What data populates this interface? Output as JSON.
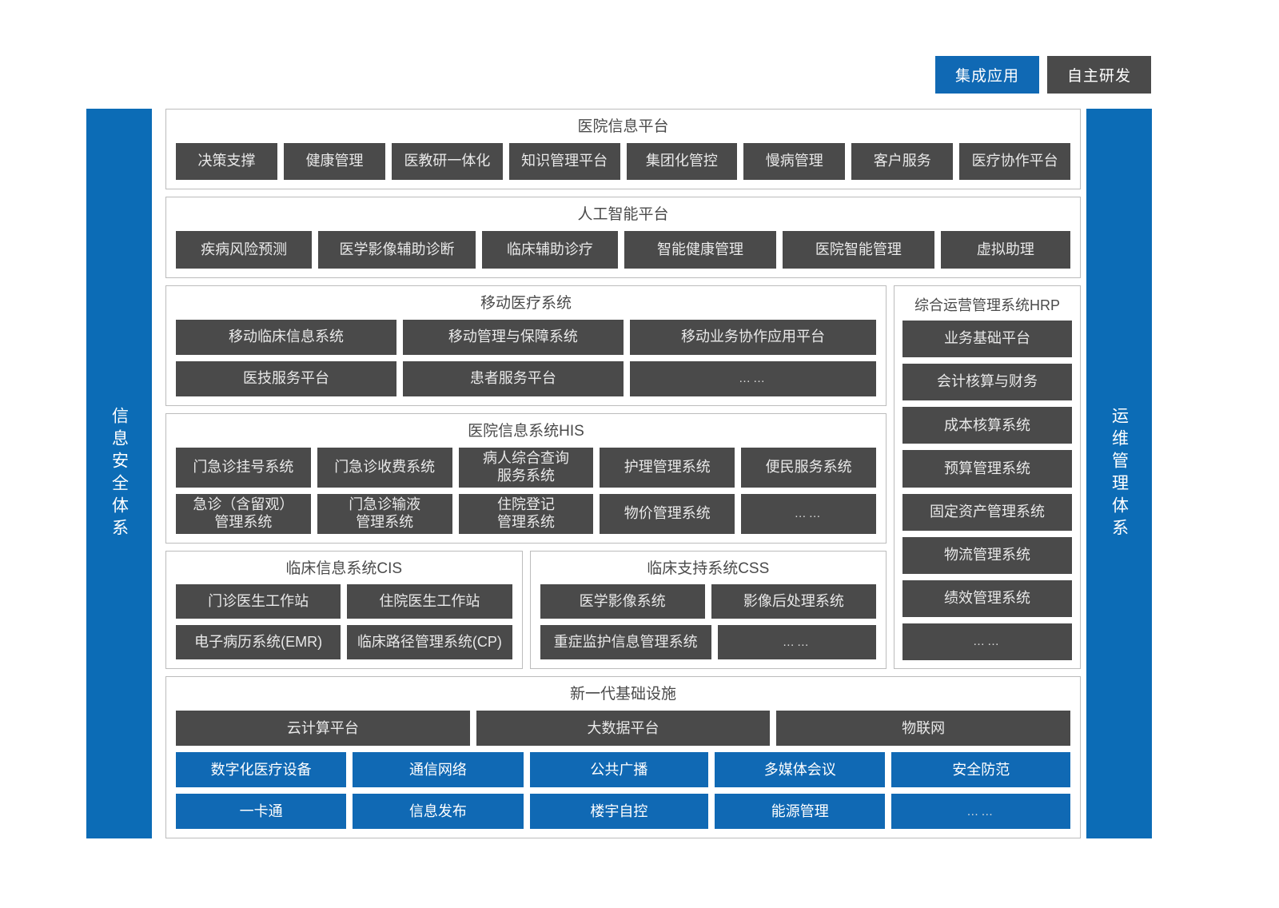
{
  "legend": [
    {
      "label": "集成应用",
      "color": "#1069b4",
      "kind": "integrated"
    },
    {
      "label": "自主研发",
      "color": "#4a4a4a",
      "kind": "self-developed"
    }
  ],
  "rails": {
    "left": "信息安全体系",
    "right": "运维管理体系"
  },
  "sections": {
    "hospital_platform": {
      "title": "医院信息平台",
      "items": [
        "决策支撑",
        "健康管理",
        "医教研一体化",
        "知识管理平台",
        "集团化管控",
        "慢病管理",
        "客户服务",
        "医疗协作平台"
      ]
    },
    "ai_platform": {
      "title": "人工智能平台",
      "items": [
        "疾病风险预测",
        "医学影像辅助诊断",
        "临床辅助诊疗",
        "智能健康管理",
        "医院智能管理",
        "虚拟助理"
      ]
    },
    "mobile_medical": {
      "title": "移动医疗系统",
      "row1": [
        "移动临床信息系统",
        "移动管理与保障系统",
        "移动业务协作应用平台"
      ],
      "row2": [
        "医技服务平台",
        "患者服务平台",
        "……"
      ]
    },
    "his": {
      "title": "医院信息系统HIS",
      "row1": [
        "门急诊挂号系统",
        "门急诊收费系统",
        "病人综合查询\n服务系统",
        "护理管理系统",
        "便民服务系统"
      ],
      "row2": [
        "急诊（含留观）\n管理系统",
        "门急诊输液\n管理系统",
        "住院登记\n管理系统",
        "物价管理系统",
        "……"
      ]
    },
    "cis": {
      "title": "临床信息系统CIS",
      "row1": [
        "门诊医生工作站",
        "住院医生工作站"
      ],
      "row2": [
        "电子病历系统(EMR)",
        "临床路径管理系统(CP)"
      ]
    },
    "css": {
      "title": "临床支持系统CSS",
      "row1": [
        "医学影像系统",
        "影像后处理系统"
      ],
      "row2": [
        "重症监护信息管理系统",
        "……"
      ]
    },
    "hrp": {
      "title": "综合运营管理系统HRP",
      "items": [
        "业务基础平台",
        "会计核算与财务",
        "成本核算系统",
        "预算管理系统",
        "固定资产管理系统",
        "物流管理系统",
        "绩效管理系统",
        "……"
      ]
    },
    "infrastructure": {
      "title": "新一代基础设施",
      "platforms": [
        "云计算平台",
        "大数据平台",
        "物联网"
      ],
      "row1": [
        "数字化医疗设备",
        "通信网络",
        "公共广播",
        "多媒体会议",
        "安全防范"
      ],
      "row2": [
        "一卡通",
        "信息发布",
        "楼宇自控",
        "能源管理",
        "……"
      ]
    }
  },
  "colors": {
    "blue": "#1069b4",
    "gray": "#4a4a4a",
    "border": "#bcbcbc"
  }
}
